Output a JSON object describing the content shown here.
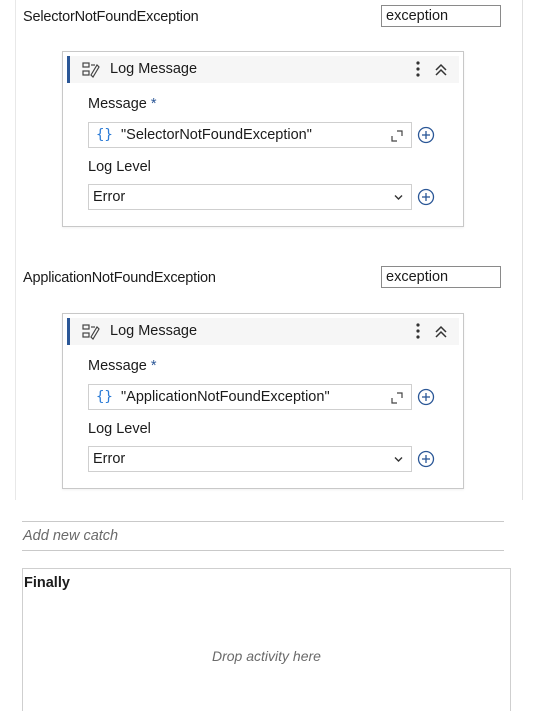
{
  "catches": [
    {
      "exception_type": "SelectorNotFoundException",
      "variable_name": "exception",
      "activity": {
        "title": "Log Message",
        "message_label": "Message",
        "required_marker": "*",
        "message_braces": "{}",
        "message_value": "\"SelectorNotFoundException\"",
        "log_level_label": "Log Level",
        "log_level_value": "Error"
      }
    },
    {
      "exception_type": "ApplicationNotFoundException",
      "variable_name": "exception",
      "activity": {
        "title": "Log Message",
        "message_label": "Message",
        "required_marker": "*",
        "message_braces": "{}",
        "message_value": "\"ApplicationNotFoundException\"",
        "log_level_label": "Log Level",
        "log_level_value": "Error"
      }
    }
  ],
  "add_catch": {
    "placeholder": "Add new catch"
  },
  "finally": {
    "title": "Finally",
    "drop_hint": "Drop activity here"
  },
  "colors": {
    "accent": "#2b5797",
    "braces": "#2b7bd6"
  },
  "icons": {
    "activity": "log-message-icon",
    "menu": "kebab-menu-icon",
    "collapse": "collapse-chevrons-icon",
    "expand": "expand-editor-icon",
    "add": "plus-circle-icon",
    "dropdown": "chevron-down-icon"
  }
}
